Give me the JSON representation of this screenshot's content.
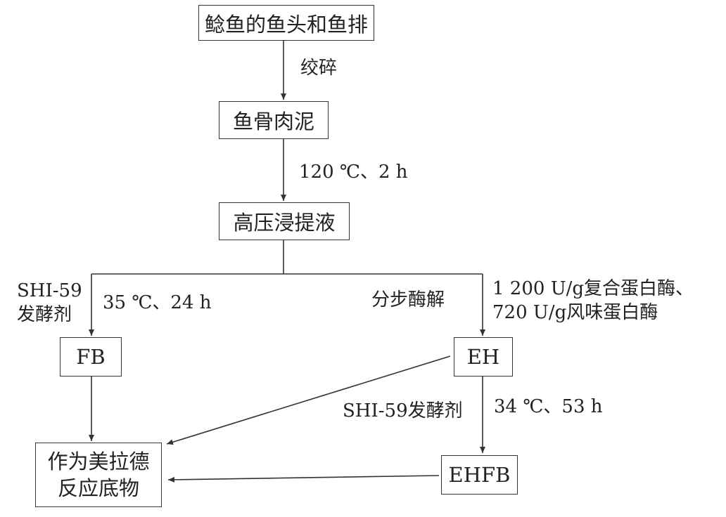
{
  "boxes": {
    "raw": "鲶鱼的鱼头和鱼排",
    "paste": "鱼骨肉泥",
    "extract": "高压浸提液",
    "fb": "FB",
    "eh": "EH",
    "ehfb": "EHFB",
    "substrate_line1": "作为美拉德",
    "substrate_line2": "反应底物"
  },
  "labels": {
    "mince": "绞碎",
    "autoclave": "120 ℃、2 h",
    "left_agent_line1": "SHI-59",
    "left_agent_line2": "发酵剂",
    "left_condition": "35 ℃、24 h",
    "stepwise": "分步酶解",
    "enzyme_line1": "1 200 U/g复合蛋白酶、",
    "enzyme_line2": "720 U/g风味蛋白酶",
    "right_agent": "SHI-59发酵剂",
    "right_condition": "34 ℃、53 h"
  },
  "colors": {
    "line": "#333333",
    "text": "#222222"
  }
}
